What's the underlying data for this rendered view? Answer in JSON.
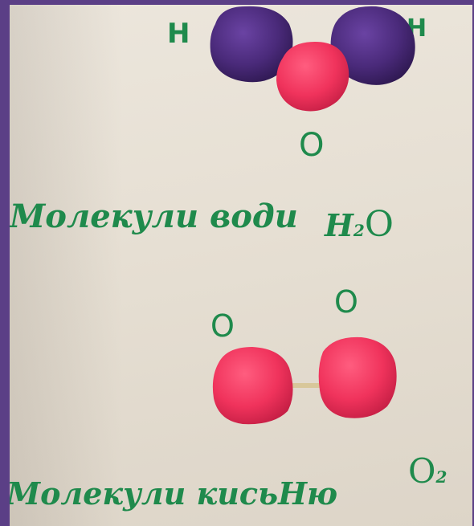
{
  "water": {
    "h_left": "H",
    "h_right": "H",
    "o_label": "O",
    "caption": "Молекули води",
    "formula_main": "H",
    "formula_sub": "2",
    "formula_tail": "O"
  },
  "oxygen": {
    "o_left": "O",
    "o_right": "O",
    "caption": "Молекули кисьНю",
    "formula_main": "O",
    "formula_sub": "2"
  },
  "colors": {
    "hydrogen_clay": "#4a2a7a",
    "oxygen_clay": "#f0335c",
    "marker_ink": "#1f8a4c",
    "frame": "#5b3f86"
  }
}
